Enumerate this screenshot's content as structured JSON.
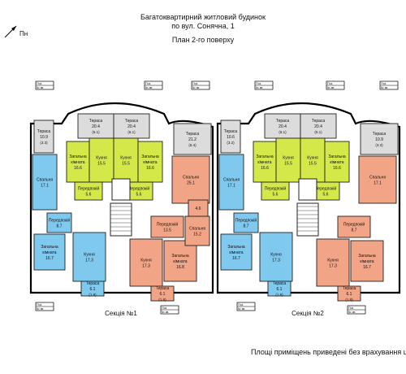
{
  "header": {
    "title_line1": "Багатоквартирний житловий будинок",
    "title_line2": "по вул. Сонячна, 1",
    "plan_title": "План 2-го поверху"
  },
  "north_label": "Пн",
  "footnote": "Площі приміщень приведені без врахування шл",
  "colors": {
    "living": "#7fc9ef",
    "kitchen": "#d5e84a",
    "salmon": "#f2a486",
    "terrace": "#dcdcdc",
    "wall": "#000000"
  },
  "sections": [
    {
      "label": "Секція №1",
      "rooms": {
        "terrace_left": {
          "name": "Тераса",
          "area": "10.9",
          "sub": "(3.3)"
        },
        "terrace_top1": {
          "name": "Тераса",
          "area": "20.4",
          "sub": "(6.1)"
        },
        "terrace_top2": {
          "name": "Тераса",
          "area": "20.4",
          "sub": "(6.1)"
        },
        "terrace_right": {
          "name": "Тераса",
          "area": "21.2",
          "sub": "(6.4)"
        },
        "bedroom_left": {
          "name": "Спальня",
          "area": "17.1"
        },
        "common_a": {
          "name": "Загальна кімната",
          "area": "16.6"
        },
        "kitchen_a": {
          "name": "Кухня",
          "area": "15.5"
        },
        "kitchen_b": {
          "name": "Кухня",
          "area": "15.5"
        },
        "common_b": {
          "name": "Загальна кімната",
          "area": "16.6"
        },
        "bedroom_right": {
          "name": "Спальня",
          "area": "25.1"
        },
        "hall_a": {
          "name": "Передпокій",
          "area": "5.6"
        },
        "hall_b": {
          "name": "Передпокій",
          "area": "5.6"
        },
        "hall_left": {
          "name": "Передпокій",
          "area": "8.7"
        },
        "hall_right": {
          "name": "Передпокій",
          "area": "13.5"
        },
        "common_bl": {
          "name": "Загальна кімната",
          "area": "16.7"
        },
        "kitchen_bl": {
          "name": "Кухня",
          "area": "17.3"
        },
        "kitchen_br": {
          "name": "Кухня",
          "area": "17.3"
        },
        "common_br": {
          "name": "Загальна кімната",
          "area": "16.8"
        },
        "bedroom_br": {
          "name": "Спальня",
          "area": "15.2"
        },
        "bath_r": {
          "name": "",
          "area": "4.6"
        },
        "balcony_l": {
          "name": "Тераса",
          "area": "6.1",
          "sub": "(1.8)"
        },
        "balcony_r": {
          "name": "Тераса",
          "area": "6.1",
          "sub": "(1.8)"
        }
      }
    },
    {
      "label": "Секція №2",
      "rooms": {
        "terrace_left": {
          "name": "Тераса",
          "area": "10.6",
          "sub": "(3.2)"
        },
        "terrace_top1": {
          "name": "Тераса",
          "area": "20.4",
          "sub": "(6.1)"
        },
        "terrace_top2": {
          "name": "Тераса",
          "area": "20.4",
          "sub": "(6.1)"
        },
        "terrace_right": {
          "name": "Тераса",
          "area": "10.9",
          "sub": "(3.3)"
        },
        "bedroom_left": {
          "name": "Спальня",
          "area": "17.1"
        },
        "common_a": {
          "name": "Загальна кімната",
          "area": "16.6"
        },
        "kitchen_a": {
          "name": "Кухня",
          "area": "15.5"
        },
        "kitchen_b": {
          "name": "Кухня",
          "area": "15.5"
        },
        "common_b": {
          "name": "Загальна кімната",
          "area": "16.6"
        },
        "bedroom_right": {
          "name": "Спальня",
          "area": "17.1"
        },
        "hall_a": {
          "name": "Передпокій",
          "area": "5.6"
        },
        "hall_b": {
          "name": "Передпокій",
          "area": "5.6"
        },
        "hall_left": {
          "name": "Передпокій",
          "area": "8.7"
        },
        "hall_right": {
          "name": "Передпокій",
          "area": "8.7"
        },
        "common_bl": {
          "name": "Загальна кімната",
          "area": "16.7"
        },
        "kitchen_bl": {
          "name": "Кухня",
          "area": "17.3"
        },
        "kitchen_br": {
          "name": "Кухня",
          "area": "17.3"
        },
        "common_br": {
          "name": "Загальна кімната",
          "area": "16.7"
        },
        "balcony_l": {
          "name": "Тераса",
          "area": "6.1",
          "sub": "(1.8)"
        },
        "balcony_r": {
          "name": "Тераса",
          "area": "6.1",
          "sub": "(1.8)"
        }
      }
    }
  ],
  "apt_tag": {
    "line1": "Поз.",
    "line2": "№ кв."
  }
}
